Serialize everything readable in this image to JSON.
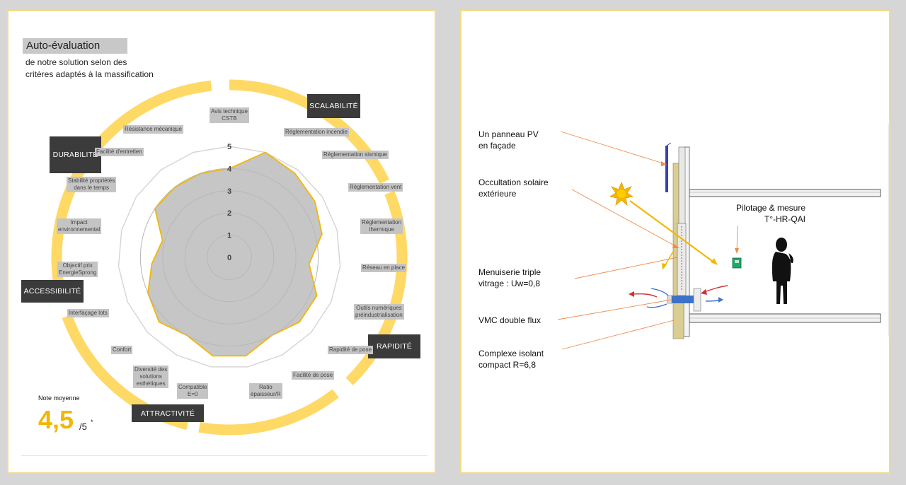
{
  "left": {
    "title": "Auto-évaluation",
    "subtitle_lines": [
      "de notre solution selon des",
      "critères adaptés à la massification"
    ],
    "categories": {
      "scalabilite": "SCALABILITÉ",
      "durabilite": "DURABILITÉ",
      "accessibilite": "ACCESSIBILITÉ",
      "rapidite": "RAPIDITÉ",
      "attractivite": "ATTRACTIVITÉ"
    },
    "note": {
      "label": "Note moyenne",
      "value": "4,5",
      "max": "/5",
      "star": "*"
    }
  },
  "chart_data": {
    "type": "radar",
    "scale_ticks": [
      "0",
      "1",
      "2",
      "3",
      "4",
      "5"
    ],
    "range": [
      0,
      5
    ],
    "criteria": [
      {
        "label": [
          "Avis technique",
          "CSTB"
        ],
        "value": 4.0
      },
      {
        "label": [
          "Réglementation incendie"
        ],
        "value": 5.0
      },
      {
        "label": [
          "Réglementation sismique"
        ],
        "value": 4.8
      },
      {
        "label": [
          "Réglementation vent"
        ],
        "value": 4.6
      },
      {
        "label": [
          "Réglementation",
          "thermique"
        ],
        "value": 4.3
      },
      {
        "label": [
          "Réseau en place"
        ],
        "value": 3.6
      },
      {
        "label": [
          "Outils numériques",
          "préindustrialisation"
        ],
        "value": 4.3
      },
      {
        "label": [
          "Rapidité de pose"
        ],
        "value": 4.3
      },
      {
        "label": [
          "Facilité de pose"
        ],
        "value": 4.0
      },
      {
        "label": [
          "Ratio",
          "épaisseur/R"
        ],
        "value": 4.5
      },
      {
        "label": [
          "Compatible",
          "E=0"
        ],
        "value": 4.5
      },
      {
        "label": [
          "Diversité des",
          "solutions",
          "esthétiques"
        ],
        "value": 4.0
      },
      {
        "label": [
          "Confort"
        ],
        "value": 4.3
      },
      {
        "label": [
          "Interfaçage lots"
        ],
        "value": 4.0
      },
      {
        "label": [
          "Objectif prix",
          "EnergieSprong"
        ],
        "value": 3.5
      },
      {
        "label": [
          "Impact",
          "environnemental"
        ],
        "value": 3.1
      },
      {
        "label": [
          "Stabilité propriétés",
          "dans le temps"
        ],
        "value": 4.0
      },
      {
        "label": [
          "Facilité d'entretien"
        ],
        "value": 4.0
      },
      {
        "label": [
          "Résistance mécanique"
        ],
        "value": 4.0
      }
    ],
    "colors": {
      "fill": "#c3c3c3",
      "stroke": "#f2b705",
      "ring": "#ffd966"
    }
  },
  "right": {
    "labels": {
      "pv": [
        "Un panneau PV",
        "en façade"
      ],
      "occultation": [
        "Occultation solaire",
        "extérieure"
      ],
      "pilotage": [
        "Pilotage & mesure",
        "T°-HR-QAI"
      ],
      "menuiserie": [
        "Menuiserie triple",
        "vitrage : Uw=0,8"
      ],
      "vmc": [
        "VMC double flux"
      ],
      "complexe": [
        "Complexe isolant",
        "compact R=6,8"
      ]
    }
  }
}
